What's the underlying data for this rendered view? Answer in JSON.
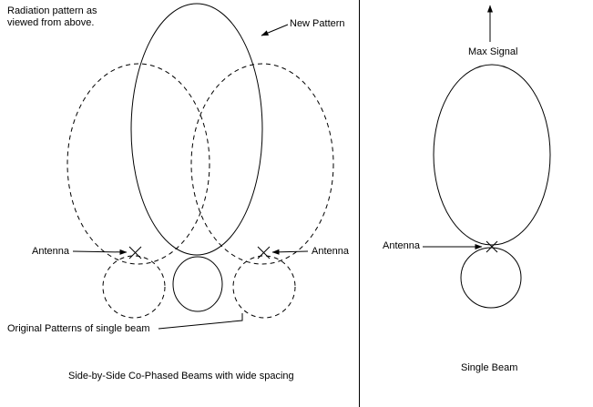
{
  "diagram": {
    "background": "#ffffff",
    "line_color": "#000000"
  },
  "left_panel": {
    "note": [
      "Radiation pattern as",
      "viewed from above."
    ],
    "new_pattern_label": "New Pattern",
    "antenna_left_label": "Antenna",
    "antenna_right_label": "Antenna",
    "original_patterns_label": "Original Patterns of single beam",
    "caption": "Side-by-Side Co-Phased Beams with wide spacing"
  },
  "right_panel": {
    "max_signal_label": "Max Signal",
    "antenna_label": "Antenna",
    "caption": "Single Beam"
  }
}
